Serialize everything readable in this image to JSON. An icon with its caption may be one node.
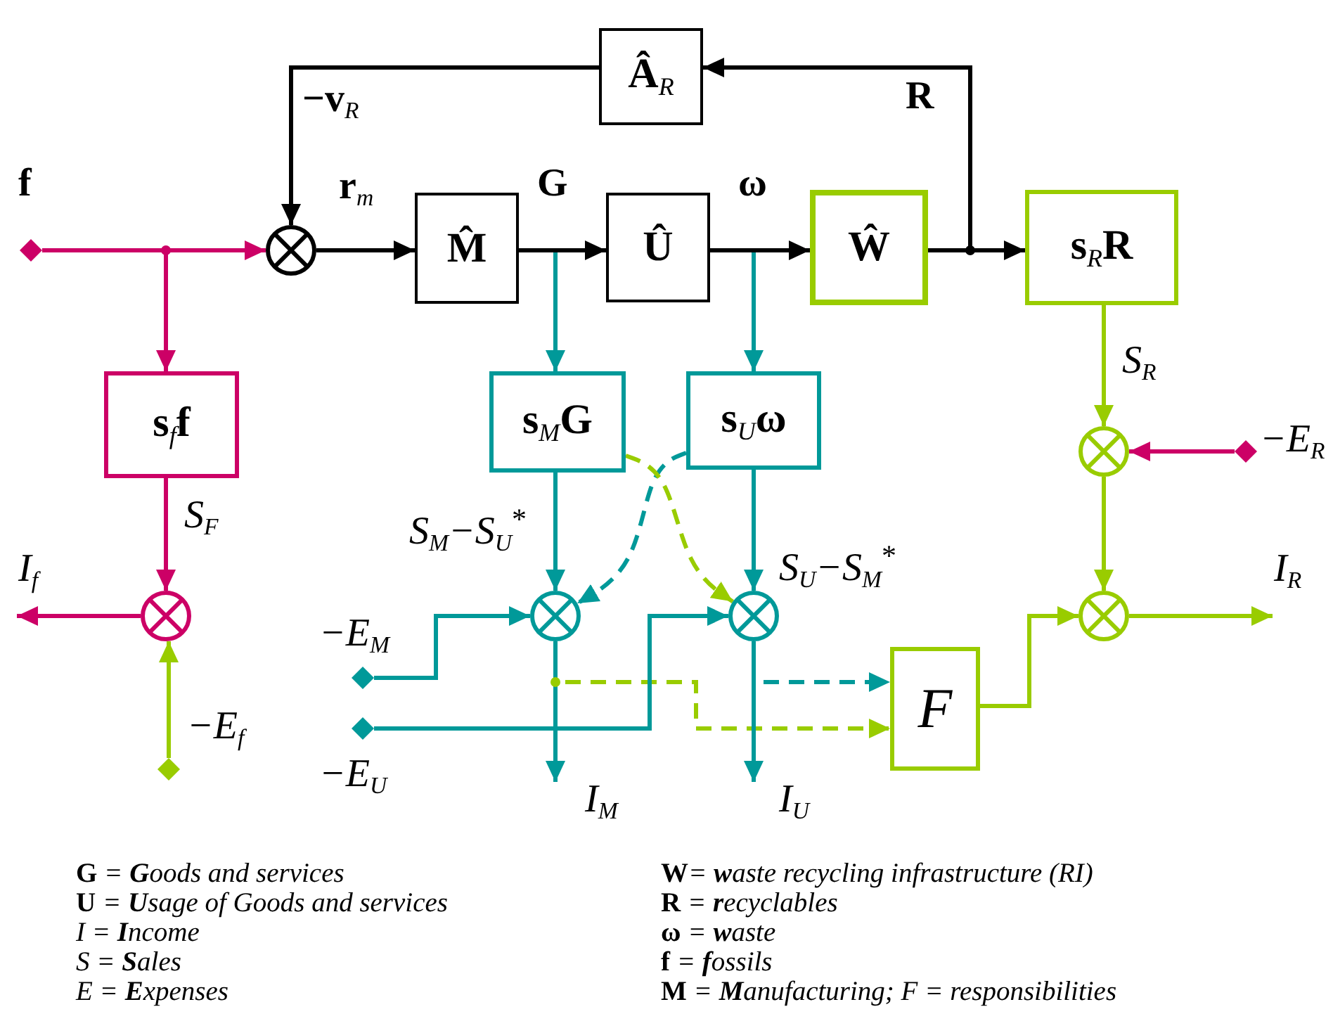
{
  "diagram": {
    "nodes": [
      {
        "text": [
          "Â$_{R}$"
        ]
      },
      {
        "text": [],
        "shape": "diamond"
      },
      {
        "text": [],
        "shape": "circle"
      },
      {
        "text": [
          "M̂"
        ]
      },
      {
        "text": [
          "Û"
        ]
      },
      {
        "text": [
          "Ŵ"
        ]
      },
      {
        "text": [
          "s$_{R}$R"
        ]
      },
      {
        "text": [
          "s$_{f}$f"
        ]
      },
      {
        "text": [
          "s$_{M}$G"
        ]
      },
      {
        "text": [
          "s$_{U}$ω"
        ]
      },
      {
        "text": [],
        "shape": "circle"
      },
      {
        "text": [],
        "shape": "diamond",
        "beside": [
          "−E$_{R}$"
        ]
      },
      {
        "text": [],
        "shape": "circle"
      },
      {
        "text": [],
        "shape": "circle"
      },
      {
        "text": [],
        "shape": "circle"
      },
      {
        "text": [],
        "shape": "circle"
      },
      {
        "text": [],
        "shape": "diamond",
        "beside": [
          "−E$_{M}$"
        ]
      },
      {
        "text": [
          "F"
        ]
      },
      {
        "text": [],
        "shape": "diamond",
        "beside": [
          "−E$_{U}$"
        ]
      },
      {
        "text": [],
        "shape": "diamond",
        "beside": [
          "−E$_{f}$"
        ]
      }
    ],
    "edges": [
      {
        "from": 1,
        "to": 2,
        "arrow": "to",
        "label": "f",
        "color": "#cc0066"
      },
      {
        "from": 1,
        "to": 7,
        "arrow": "to",
        "color": "#cc0066"
      },
      {
        "from": 2,
        "to": 3,
        "arrow": "to",
        "label": "r$_{m}$",
        "color": "#000000"
      },
      {
        "from": 3,
        "to": 4,
        "arrow": "to",
        "label": "G",
        "color": "#000000"
      },
      {
        "from": 3,
        "to": 8,
        "arrow": "to"
      },
      {
        "from": 4,
        "to": 5,
        "arrow": "to",
        "label": "ω",
        "color": "#000000"
      },
      {
        "from": 4,
        "to": 9,
        "arrow": "to"
      },
      {
        "from": 5,
        "to": 6,
        "arrow": "to",
        "color": "#000000"
      },
      {
        "from": 5,
        "to": 0,
        "arrow": "to",
        "label": "R",
        "color": "#000000"
      },
      {
        "from": 0,
        "to": 2,
        "arrow": "to",
        "label": "−v$_{R}$",
        "color": "#000000"
      },
      {
        "from": 6,
        "to": 10,
        "arrow": "to",
        "label": "S$_{R}$",
        "color": "#99cc00"
      },
      {
        "from": 11,
        "to": 10,
        "arrow": "to",
        "color": "#cc0066"
      },
      {
        "from": 10,
        "to": 15,
        "arrow": "to",
        "color": "#99cc00"
      },
      {
        "from": 15,
        "to": null,
        "arrow": "to",
        "label": "I$_{R}$",
        "color": "#99cc00"
      },
      {
        "from": 7,
        "to": 12,
        "arrow": "to",
        "label": "S$_{F}$",
        "color": "#cc0066"
      },
      {
        "from": 12,
        "to": null,
        "arrow": "to",
        "label": "I$_{f}$",
        "color": "#cc0066"
      },
      {
        "from": 19,
        "to": 12,
        "arrow": "to",
        "color": "#99cc00"
      },
      {
        "from": 8,
        "to": 13,
        "arrow": "to",
        "label": "S$_{M}$−S$_{U}$$^{*}$"
      },
      {
        "from": 16,
        "to": 13,
        "arrow": "to"
      },
      {
        "from": 9,
        "to": 13,
        "arrow": "to",
        "style": "dashed"
      },
      {
        "from": 8,
        "to": 14,
        "arrow": "to",
        "style": "dashed",
        "color": "#99cc00"
      },
      {
        "from": 9,
        "to": 14,
        "arrow": "to",
        "label": "S$_{U}$−S$_{M}$$^{*}$"
      },
      {
        "from": 18,
        "to": 14,
        "arrow": "to"
      },
      {
        "from": 13,
        "to": null,
        "arrow": "to",
        "label": "I$_{M}$"
      },
      {
        "from": 14,
        "to": null,
        "arrow": "to",
        "label": "I$_{U}$"
      },
      {
        "from": 14,
        "to": 17,
        "arrow": "to",
        "style": "dashed"
      },
      {
        "from": 13,
        "to": 17,
        "arrow": "to",
        "style": "dashed",
        "color": "#99cc00"
      },
      {
        "from": 17,
        "to": 15,
        "arrow": "to",
        "color": "#99cc00"
      }
    ],
    "labels": [
      "**G** = **G**oods and services",
      "**U** = **U**sage of Goods and services",
      "I = **I**ncome",
      "S = **S**ales",
      "E = **E**xpenses",
      "**W**= **w**aste recycling infrastructure (RI)",
      "**R** = **r**ecyclables",
      "**ω** = **w**aste",
      "**f** = **f**ossils",
      "**M** = **M**anufacturing; F = responsibilities"
    ]
  }
}
